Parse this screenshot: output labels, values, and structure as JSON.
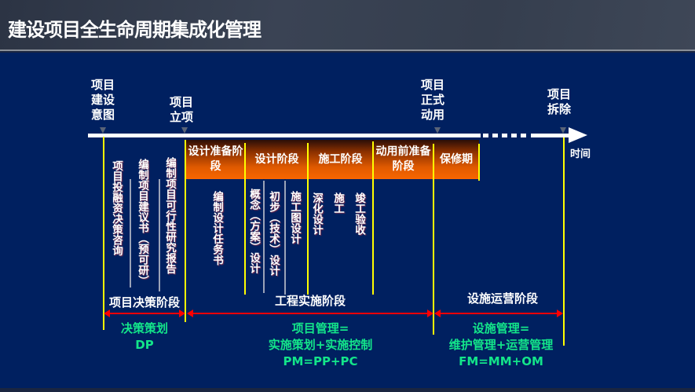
{
  "title": "建设项目全生命周期集成化管理",
  "milestones": {
    "intent": "项目建设意图",
    "approval": "项目立项",
    "operation": "项目正式动用",
    "demolition": "项目拆除"
  },
  "time_label": "时间",
  "phase_headers": [
    "设计准备阶段",
    "设计阶段",
    "施工阶段",
    "动用前准备阶段",
    "保修期"
  ],
  "decision_items": [
    "项目投融资决策咨询",
    "编制项目建议书（预可研）",
    "编制项目可行性研究报告"
  ],
  "impl_items": [
    "编制设计任务书",
    "概念（方案）设计",
    "初步（技术）设计",
    "施工图设计",
    "深化设计",
    "施工",
    "竣工验收"
  ],
  "stages": {
    "decision": "项目决策阶段",
    "implementation": "工程实施阶段",
    "operation": "设施运营阶段"
  },
  "management": {
    "decision": [
      "决策策划",
      "DP"
    ],
    "implementation": [
      "项目管理=",
      "实施策划+实施控制",
      "PM=PP+PC"
    ],
    "operation": [
      "设施管理=",
      "维护管理+运营管理",
      "FM=MM+OM"
    ]
  },
  "colors": {
    "background": "#002060",
    "phase_band": "#f06000",
    "divider": "#ffff00",
    "arrow": "#ff0000",
    "management_text": "#13e58a"
  }
}
